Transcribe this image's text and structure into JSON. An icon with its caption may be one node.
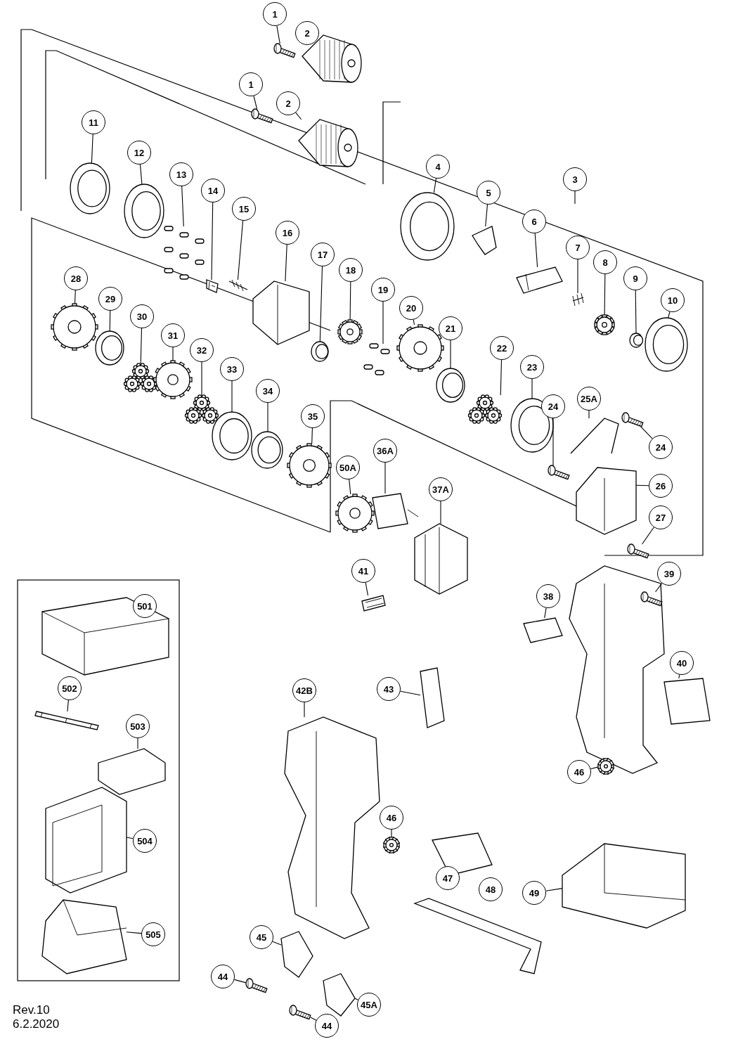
{
  "diagram": {
    "nodes": [
      {
        "text": [
          "1"
        ]
      },
      {
        "text": [
          "2"
        ]
      },
      {
        "text": [
          "1"
        ]
      },
      {
        "text": [
          "2"
        ]
      },
      {
        "text": [
          "11"
        ]
      },
      {
        "text": [
          "12"
        ]
      },
      {
        "text": [
          "13"
        ]
      },
      {
        "text": [
          "14"
        ]
      },
      {
        "text": [
          "15"
        ]
      },
      {
        "text": [
          "16"
        ]
      },
      {
        "text": [
          "4"
        ]
      },
      {
        "text": [
          "5"
        ]
      },
      {
        "text": [
          "3"
        ]
      },
      {
        "text": [
          "6"
        ]
      },
      {
        "text": [
          "7"
        ]
      },
      {
        "text": [
          "8"
        ]
      },
      {
        "text": [
          "9"
        ]
      },
      {
        "text": [
          "10"
        ]
      },
      {
        "text": [
          "17"
        ]
      },
      {
        "text": [
          "18"
        ]
      },
      {
        "text": [
          "19"
        ]
      },
      {
        "text": [
          "20"
        ]
      },
      {
        "text": [
          "21"
        ]
      },
      {
        "text": [
          "22"
        ]
      },
      {
        "text": [
          "23"
        ]
      },
      {
        "text": [
          "28"
        ]
      },
      {
        "text": [
          "29"
        ]
      },
      {
        "text": [
          "30"
        ]
      },
      {
        "text": [
          "31"
        ]
      },
      {
        "text": [
          "32"
        ]
      },
      {
        "text": [
          "33"
        ]
      },
      {
        "text": [
          "34"
        ]
      },
      {
        "text": [
          "35"
        ]
      },
      {
        "text": [
          "24"
        ]
      },
      {
        "text": [
          "25A"
        ]
      },
      {
        "text": [
          "24"
        ]
      },
      {
        "text": [
          "26"
        ]
      },
      {
        "text": [
          "27"
        ]
      },
      {
        "text": [
          "36A"
        ]
      },
      {
        "text": [
          "50A"
        ]
      },
      {
        "text": [
          "37A"
        ]
      },
      {
        "text": [
          "41"
        ]
      },
      {
        "text": [
          "38"
        ]
      },
      {
        "text": [
          "39"
        ]
      },
      {
        "text": [
          "40"
        ]
      },
      {
        "text": [
          "43"
        ]
      },
      {
        "text": [
          "42B"
        ]
      },
      {
        "text": [
          "46"
        ]
      },
      {
        "text": [
          "501"
        ]
      },
      {
        "text": [
          "502"
        ]
      },
      {
        "text": [
          "503"
        ]
      },
      {
        "text": [
          "504"
        ]
      },
      {
        "text": [
          "505"
        ]
      },
      {
        "text": [
          "46"
        ]
      },
      {
        "text": [
          "47"
        ]
      },
      {
        "text": [
          "48"
        ]
      },
      {
        "text": [
          "49"
        ]
      },
      {
        "text": [
          "45"
        ]
      },
      {
        "text": [
          "44"
        ]
      },
      {
        "text": [
          "45A"
        ]
      },
      {
        "text": [
          "44"
        ]
      },
      {
        "text": [],
        "shape": "picture"
      },
      {
        "text": [],
        "shape": "picture"
      },
      {
        "text": [],
        "shape": "picture"
      },
      {
        "text": [],
        "shape": "picture"
      },
      {
        "text": [],
        "shape": "picture"
      },
      {
        "text": [],
        "shape": "picture"
      },
      {
        "text": [],
        "shape": "picture"
      },
      {
        "text": [],
        "shape": "picture"
      },
      {
        "text": [],
        "shape": "picture"
      },
      {
        "text": [],
        "shape": "picture"
      },
      {
        "text": [],
        "shape": "picture"
      },
      {
        "text": [],
        "shape": "picture"
      },
      {
        "text": [],
        "shape": "picture"
      },
      {
        "text": [],
        "shape": "picture"
      },
      {
        "text": [],
        "shape": "picture"
      },
      {
        "text": [],
        "shape": "picture"
      },
      {
        "text": [],
        "shape": "picture"
      },
      {
        "text": [],
        "shape": "picture"
      },
      {
        "text": [],
        "shape": "picture"
      },
      {
        "text": [],
        "shape": "picture"
      },
      {
        "text": [],
        "shape": "picture"
      },
      {
        "text": [],
        "shape": "picture"
      },
      {
        "text": [],
        "shape": "picture"
      },
      {
        "text": [],
        "shape": "picture"
      },
      {
        "text": [],
        "shape": "picture"
      },
      {
        "text": [],
        "shape": "picture"
      },
      {
        "text": [],
        "shape": "picture"
      },
      {
        "text": [],
        "shape": "picture"
      },
      {
        "text": [],
        "shape": "picture"
      },
      {
        "text": [],
        "shape": "picture"
      },
      {
        "text": [],
        "shape": "picture"
      },
      {
        "text": [],
        "shape": "picture"
      },
      {
        "text": [],
        "shape": "picture"
      },
      {
        "text": [],
        "shape": "picture"
      },
      {
        "text": [],
        "shape": "picture"
      },
      {
        "text": [],
        "shape": "picture"
      },
      {
        "text": [],
        "shape": "picture"
      },
      {
        "text": [],
        "shape": "picture"
      },
      {
        "text": [],
        "shape": "picture"
      },
      {
        "text": [],
        "shape": "picture"
      },
      {
        "text": [],
        "shape": "picture"
      },
      {
        "text": [],
        "shape": "picture"
      },
      {
        "text": [],
        "shape": "picture"
      },
      {
        "text": [],
        "shape": "picture"
      },
      {
        "text": [],
        "shape": "picture"
      },
      {
        "text": [],
        "shape": "picture"
      },
      {
        "text": [],
        "shape": "picture"
      },
      {
        "text": [],
        "shape": "picture"
      },
      {
        "text": [],
        "shape": "picture"
      },
      {
        "text": [],
        "shape": "picture"
      },
      {
        "text": [],
        "shape": "picture"
      },
      {
        "text": [],
        "shape": "picture"
      },
      {
        "text": [],
        "shape": "picture"
      },
      {
        "text": [],
        "shape": "picture"
      },
      {
        "text": [],
        "shape": "picture"
      },
      {
        "text": [],
        "shape": "picture"
      },
      {
        "text": [],
        "shape": "picture"
      },
      {
        "text": [],
        "shape": "picture"
      },
      {
        "text": [],
        "shape": "picture"
      },
      {
        "text": [],
        "shape": "picture"
      }
    ],
    "edges": [
      {
        "from": 0,
        "to": 61,
        "arrow": "none"
      },
      {
        "from": 1,
        "to": 62,
        "arrow": "none"
      },
      {
        "from": 2,
        "to": 63,
        "arrow": "none"
      },
      {
        "from": 3,
        "to": 64,
        "arrow": "none"
      },
      {
        "from": 4,
        "to": 65,
        "arrow": "none"
      },
      {
        "from": 5,
        "to": 66,
        "arrow": "none"
      },
      {
        "from": 6,
        "to": 67,
        "arrow": "none"
      },
      {
        "from": 7,
        "to": 68,
        "arrow": "none"
      },
      {
        "from": 8,
        "to": 69,
        "arrow": "none"
      },
      {
        "from": 9,
        "to": 70,
        "arrow": "none"
      },
      {
        "from": 10,
        "to": 71,
        "arrow": "none"
      },
      {
        "from": 11,
        "to": 72,
        "arrow": "none"
      },
      {
        "from": 12,
        "to": null,
        "arrow": "none"
      },
      {
        "from": 13,
        "to": 73,
        "arrow": "none"
      },
      {
        "from": 14,
        "to": 74,
        "arrow": "none"
      },
      {
        "from": 15,
        "to": 75,
        "arrow": "none"
      },
      {
        "from": 16,
        "to": 76,
        "arrow": "none"
      },
      {
        "from": 17,
        "to": 77,
        "arrow": "none"
      },
      {
        "from": 18,
        "to": 78,
        "arrow": "none"
      },
      {
        "from": 19,
        "to": 79,
        "arrow": "none"
      },
      {
        "from": 20,
        "to": 80,
        "arrow": "none"
      },
      {
        "from": 21,
        "to": 81,
        "arrow": "none"
      },
      {
        "from": 22,
        "to": 82,
        "arrow": "none"
      },
      {
        "from": 23,
        "to": 83,
        "arrow": "none"
      },
      {
        "from": 24,
        "to": 84,
        "arrow": "none"
      },
      {
        "from": 25,
        "to": 85,
        "arrow": "none"
      },
      {
        "from": 26,
        "to": 86,
        "arrow": "none"
      },
      {
        "from": 27,
        "to": 87,
        "arrow": "none"
      },
      {
        "from": 28,
        "to": 88,
        "arrow": "none"
      },
      {
        "from": 29,
        "to": 89,
        "arrow": "none"
      },
      {
        "from": 30,
        "to": 90,
        "arrow": "none"
      },
      {
        "from": 31,
        "to": 91,
        "arrow": "none"
      },
      {
        "from": 32,
        "to": 92,
        "arrow": "none"
      },
      {
        "from": 33,
        "to": 93,
        "arrow": "none"
      },
      {
        "from": 34,
        "to": 94,
        "arrow": "none"
      },
      {
        "from": 35,
        "to": 95,
        "arrow": "none"
      },
      {
        "from": 36,
        "to": 96,
        "arrow": "none"
      },
      {
        "from": 37,
        "to": 97,
        "arrow": "none"
      },
      {
        "from": 38,
        "to": 99,
        "arrow": "none"
      },
      {
        "from": 39,
        "to": 98,
        "arrow": "none"
      },
      {
        "from": 40,
        "to": 100,
        "arrow": "none"
      },
      {
        "from": 41,
        "to": 101,
        "arrow": "none"
      },
      {
        "from": 42,
        "to": 102,
        "arrow": "none"
      },
      {
        "from": 43,
        "to": 103,
        "arrow": "none"
      },
      {
        "from": 44,
        "to": 104,
        "arrow": "none"
      },
      {
        "from": 45,
        "to": 106,
        "arrow": "none"
      },
      {
        "from": 46,
        "to": 105,
        "arrow": "none"
      },
      {
        "from": 47,
        "to": 107,
        "arrow": "none"
      },
      {
        "from": 48,
        "to": 116,
        "arrow": "none"
      },
      {
        "from": 49,
        "to": 117,
        "arrow": "none"
      },
      {
        "from": 50,
        "to": 118,
        "arrow": "none"
      },
      {
        "from": 51,
        "to": 119,
        "arrow": "none"
      },
      {
        "from": 52,
        "to": 120,
        "arrow": "none"
      },
      {
        "from": 53,
        "to": 108,
        "arrow": "none"
      },
      {
        "from": 54,
        "to": 109,
        "arrow": "none"
      },
      {
        "from": 55,
        "to": 110,
        "arrow": "none"
      },
      {
        "from": 56,
        "to": 111,
        "arrow": "none"
      },
      {
        "from": 57,
        "to": 112,
        "arrow": "none"
      },
      {
        "from": 58,
        "to": 114,
        "arrow": "none"
      },
      {
        "from": 59,
        "to": 113,
        "arrow": "none"
      },
      {
        "from": 60,
        "to": 115,
        "arrow": "none"
      }
    ],
    "labels": [
      "Rev.10",
      "6.2.2020"
    ]
  }
}
